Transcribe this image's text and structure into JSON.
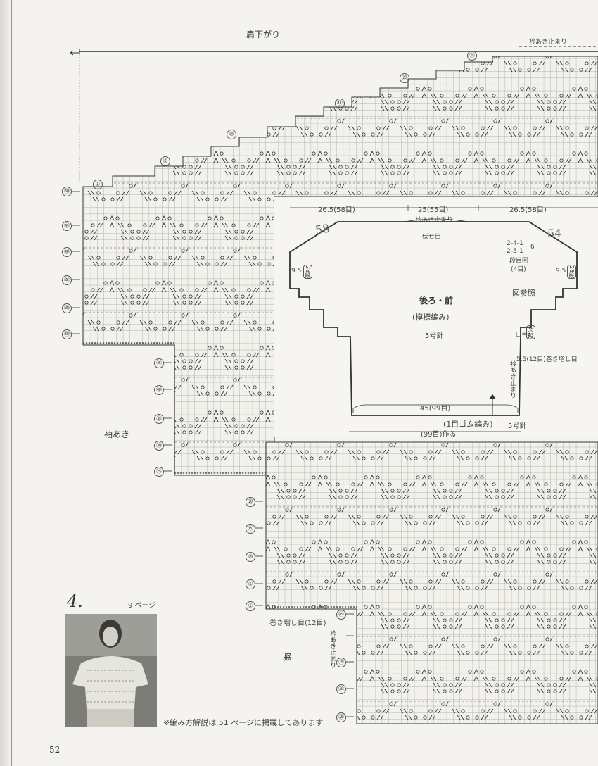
{
  "page": {
    "number": "52",
    "note": "※編み方解説は 51 ページに掲載してあります",
    "pattern_no": "4.",
    "pattern_page": "9 ページ"
  },
  "chart": {
    "shoulder_label": "肩下がり",
    "neck_stop_top": "衿あき止まり",
    "armhole_label": "袖あき",
    "side_label": "脇",
    "cast_on_side": "巻き増し目(12目)",
    "neck_stop_side": "衿あき止まり",
    "row_marks_left": [
      "①",
      "⑤",
      "⑩",
      "⑮",
      "⑳",
      "㉕",
      "㉚",
      "㉟",
      "㊵",
      "㊺",
      "㊿"
    ],
    "row_marks_top": [
      "①",
      "⑤",
      "⑩",
      "⑮",
      "⑳",
      "㉕"
    ]
  },
  "schematic": {
    "top_left_width": "26.5(58目)",
    "top_center_width": "25(55目)",
    "top_right_width": "26.5(58目)",
    "neck_stop": "衿あき止まり",
    "bind_off": "伏せ目",
    "shaping_1": "2-4-1",
    "shaping_2": "2-5-1",
    "shaping_n": "6",
    "shaping_unit": "段目回",
    "shaping_ref": "(4目)",
    "left_height": "9.5",
    "left_rows": "28段",
    "right_height": "9.5",
    "right_rows": "28段",
    "title": "後ろ・前",
    "subtitle": "(模様編み)",
    "needle": "5号針",
    "figure_ref": "図参照",
    "side_rows": "□=8",
    "side_rows2": "24段",
    "cast_on": "5.5(12目)巻き増し目",
    "neck_stop_v": "衿あき止まり",
    "bottom_width": "45(99目)",
    "rib": "(1目ゴム編み)",
    "rib_needle": "5号針",
    "cast_on_bottom": "(99目)作る",
    "hand_58": "58",
    "hand_54": "54"
  }
}
